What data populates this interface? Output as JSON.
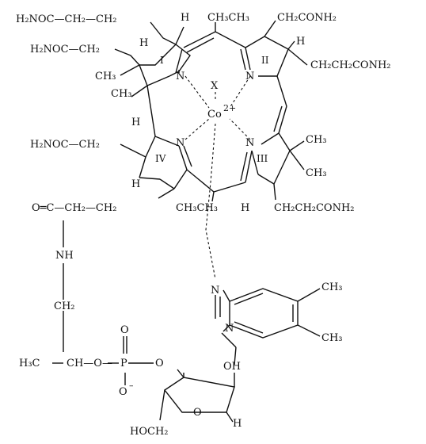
{
  "labels": {
    "top_left_chain": "H₂NOC—CH₂—CH₂",
    "upper_left_chain": "H₂NOC—CH₂",
    "mid_left_chain": "H₂NOC—CH₂",
    "top_h": "H",
    "top_methyls": "CH₃CH₃",
    "top_right_chain": "CH₂CONH₂",
    "ring1_h": "H",
    "ring1_ch3_a": "CH₃",
    "ring1_ch3_b": "CH₃",
    "ring2_h": "H",
    "right_chain": "CH₂CH₂CONH₂",
    "ring1": "I",
    "ring2": "II",
    "ring3": "III",
    "ring4": "IV",
    "axial_ligand": "X",
    "metal": "Co",
    "metal_charge": "2+",
    "n1": "N",
    "n2": "N",
    "n3": "N",
    "n4": "N",
    "ring4_h_wedge": "H",
    "ring4_h_low": "H",
    "ring3_ch3_a": "CH₃",
    "ring3_ch3_b": "CH₃",
    "amide_chain": "O═C—CH₂—CH₂",
    "bottom_methyls": "CH₃CH₃",
    "bottom_h": "H",
    "bottom_right_chain": "CH₂CH₂CONH₂",
    "nh": "NH",
    "ch2": "CH₂",
    "h3c": "H₃C",
    "ch_o": "CH—O—",
    "p": "P",
    "p_o_top": "O",
    "p_o_minus": "O",
    "o_minus_charge": "–",
    "p_o_right": "O",
    "benz_n_top": "N",
    "benz_n_bottom": "N",
    "benz_ch3_a": "CH₃",
    "benz_ch3_b": "CH₃",
    "oh": "OH",
    "ring_o": "O",
    "sugar_h": "H",
    "hoch2": "HOCH₂"
  }
}
